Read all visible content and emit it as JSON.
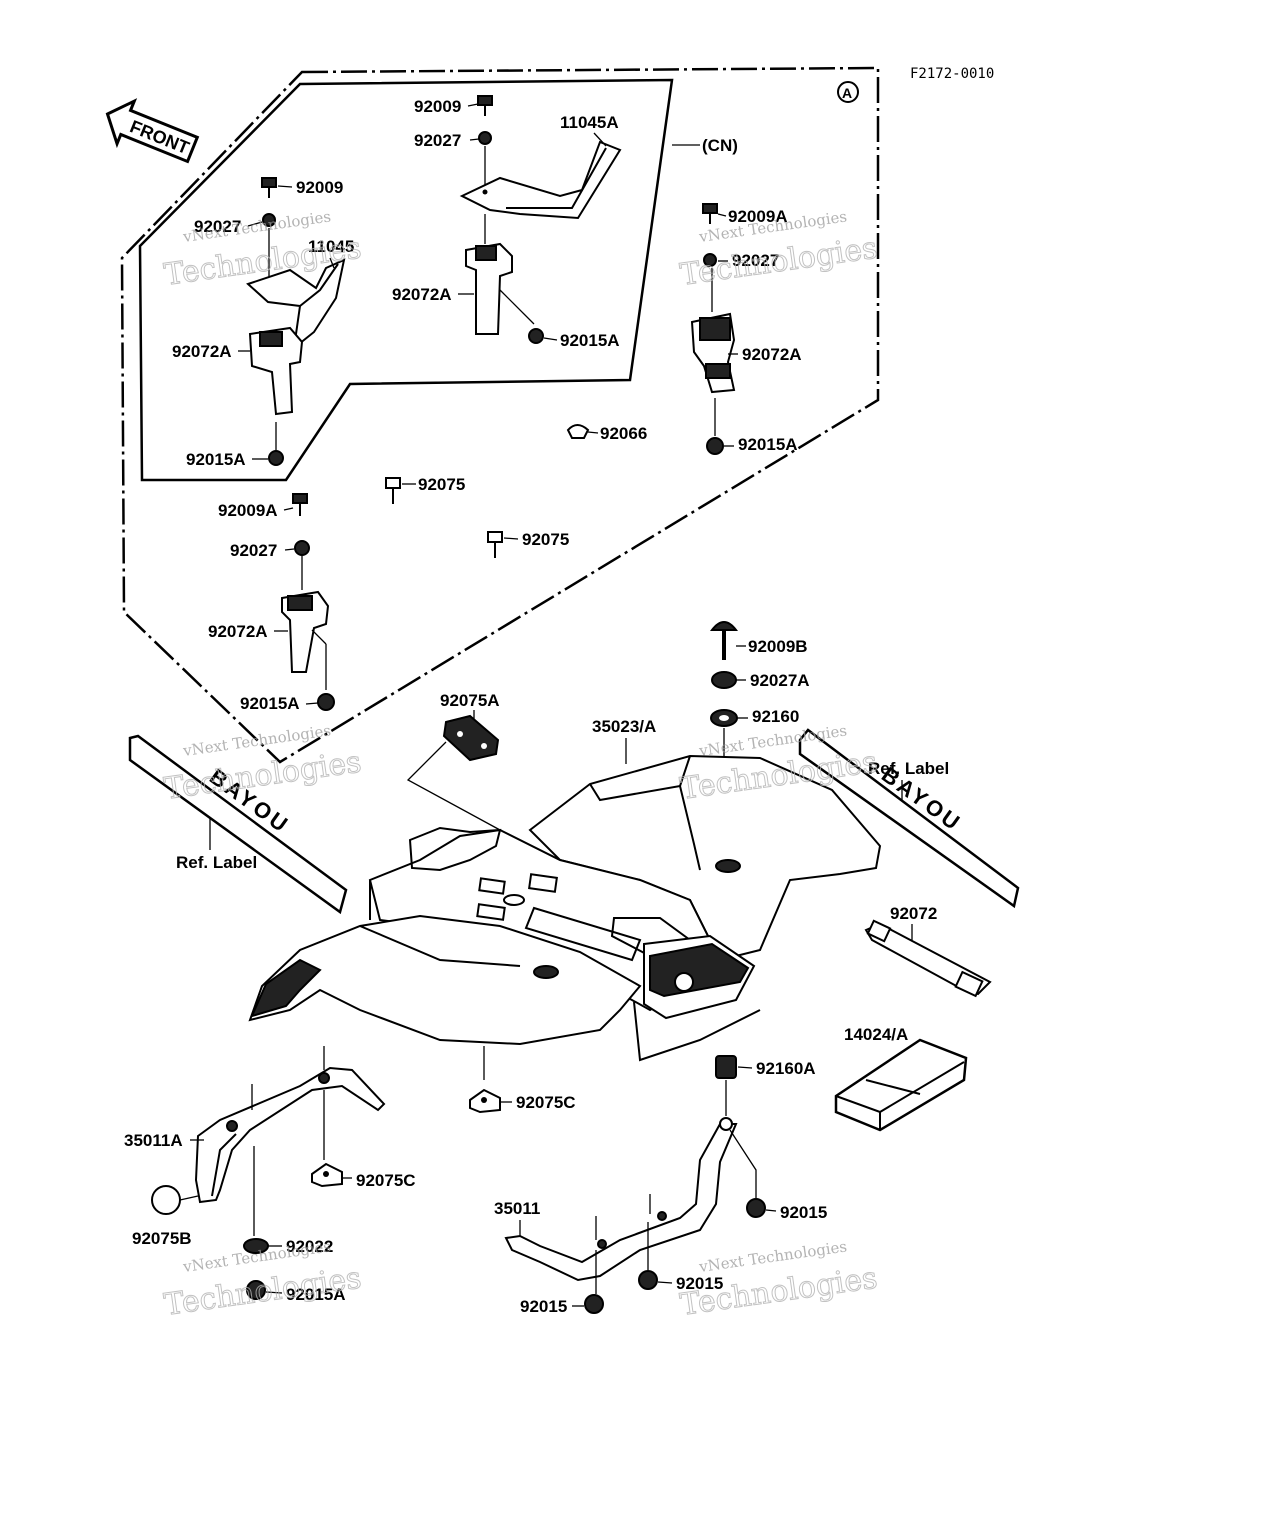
{
  "figure_code": "F2172-0010",
  "circle_marker": "A",
  "front_arrow_label": "FRONT",
  "cn_label": "(CN)",
  "watermark": {
    "line1": "vNext Technologies",
    "line2": "Technologies"
  },
  "labels": {
    "p92009_top": "92009",
    "p92027_top": "92027",
    "p11045A": "11045A",
    "p92009_left": "92009",
    "p92027_left": "92027",
    "p11045": "11045",
    "p92072A_mid": "92072A",
    "p92015A_mid": "92015A",
    "p92072A_left": "92072A",
    "p92015A_left": "92015A",
    "p92009A_right": "92009A",
    "p92027_right": "92027",
    "p92072A_right": "92072A",
    "p92015A_right": "92015A",
    "p92066": "92066",
    "p92075_a": "92075",
    "p92075_b": "92075",
    "p92009A_low": "92009A",
    "p92027_low": "92027",
    "p92072A_low": "92072A",
    "p92015A_low": "92015A",
    "p92009B": "92009B",
    "p92027A": "92027A",
    "p92160": "92160",
    "p92075A": "92075A",
    "p35023A": "35023/A",
    "ref_label_left": "Ref. Label",
    "ref_label_right": "Ref. Label",
    "p92072": "92072",
    "p14024A": "14024/A",
    "p92160A": "92160A",
    "p92075C_mid": "92075C",
    "p35011A": "35011A",
    "p92075C_low": "92075C",
    "p92075B": "92075B",
    "p92022": "92022",
    "p92015A_bottom": "92015A",
    "p35011": "35011",
    "p92015_r1": "92015",
    "p92015_r2": "92015",
    "p92015_r3": "92015"
  }
}
